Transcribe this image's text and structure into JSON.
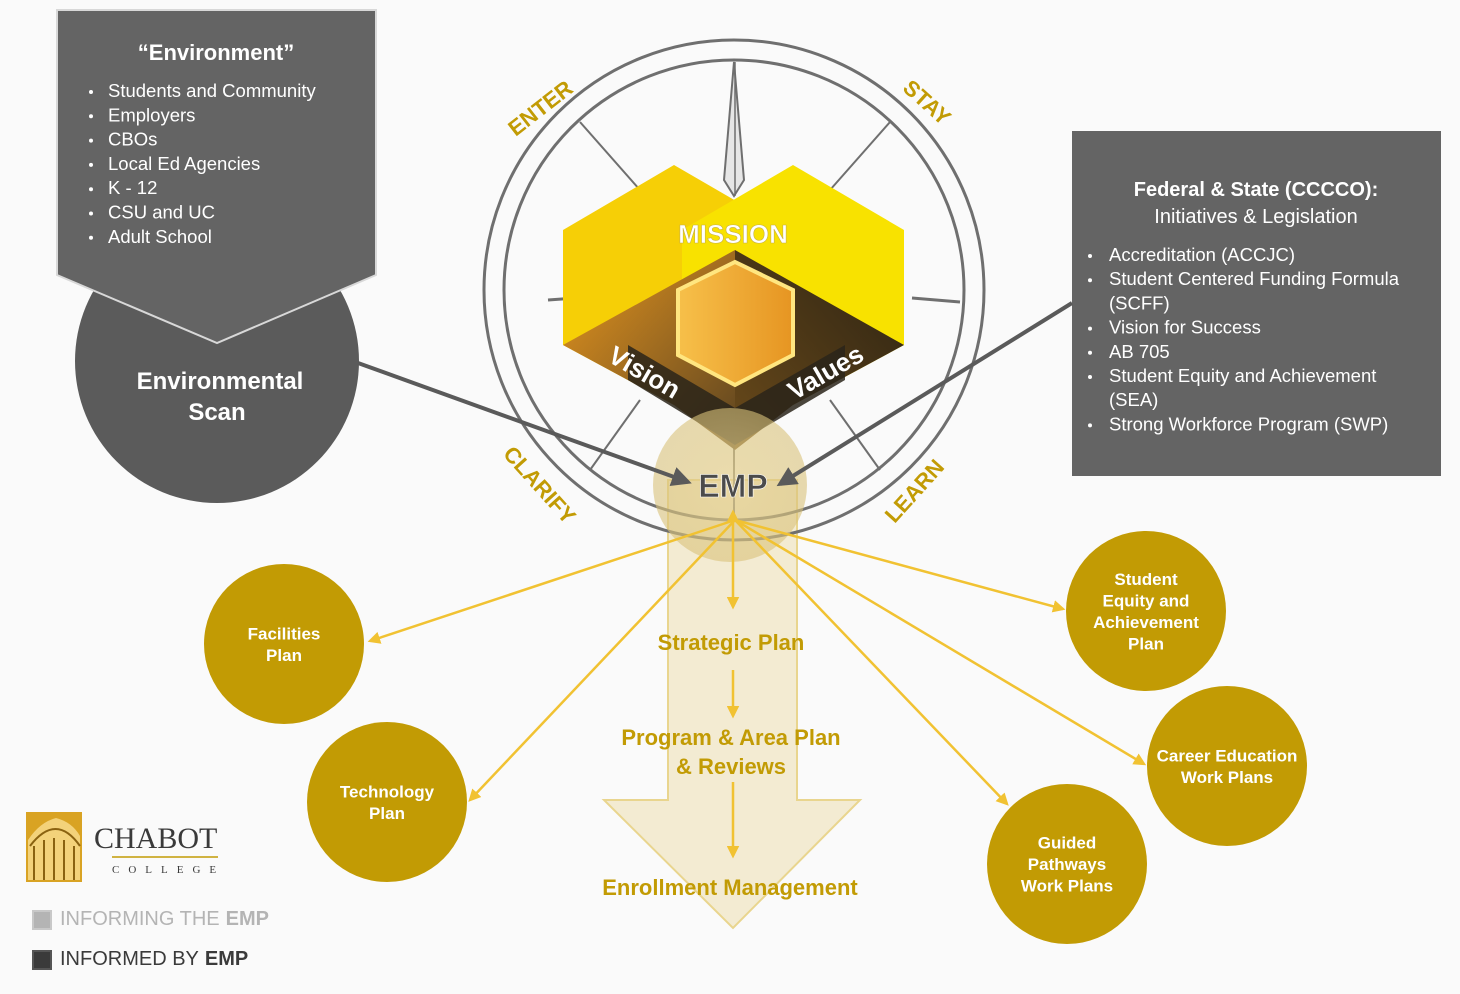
{
  "environment_box": {
    "title": "“Environment”",
    "items": [
      "Students and Community",
      "Employers",
      "CBOs",
      "Local Ed Agencies",
      "K - 12",
      "CSU and UC",
      "Adult School"
    ]
  },
  "environmental_scan": {
    "line1": "Environmental",
    "line2": "Scan"
  },
  "federal_box": {
    "title": "Federal & State (CCCCO):",
    "subtitle": "Initiatives & Legislation",
    "items": [
      [
        "Accreditation (ACCJC)"
      ],
      [
        "Student Centered Funding Formula",
        "(SCFF)"
      ],
      [
        "Vision for Success"
      ],
      [
        "AB 705"
      ],
      [
        "Student Equity and Achievement",
        "(SEA)"
      ],
      [
        "Strong Workforce Program (SWP)"
      ]
    ]
  },
  "compass": {
    "enter": "ENTER",
    "stay": "STAY",
    "clarify": "CLARIFY",
    "learn": "LEARN"
  },
  "hexagons": {
    "mission": "MISSION",
    "vision": "Vision",
    "values": "Values"
  },
  "emp": "EMP",
  "flow": {
    "strategic": "Strategic Plan",
    "program_line1": "Program & Area Plan",
    "program_line2": "& Reviews",
    "enrollment": "Enrollment Management"
  },
  "plans": {
    "facilities": [
      "Facilities",
      "Plan"
    ],
    "technology": [
      "Technology",
      "Plan"
    ],
    "equity": [
      "Student",
      "Equity and",
      "Achievement",
      "Plan"
    ],
    "career": [
      "Career Education",
      "Work Plans"
    ],
    "pathways": [
      "Guided",
      "Pathways",
      "Work Plans"
    ]
  },
  "logo": {
    "name": "CHABOT",
    "sub": "COLLEGE"
  },
  "legend": {
    "informing_prefix": "INFORMING THE",
    "informing_emph": "EMP",
    "informed_prefix": "INFORMED BY",
    "informed_emph": "EMP"
  },
  "colors": {
    "gold": "#c29b04",
    "dark_gray": "#5e5e5e",
    "yellow": "#f5d20a",
    "orange": "#eea030",
    "line_yellow": "#f1c232"
  }
}
